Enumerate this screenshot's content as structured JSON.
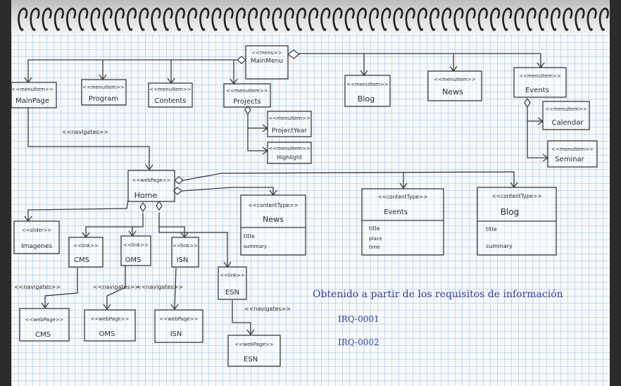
{
  "nodes": {
    "mainmenu": {
      "stereotype": "<<menu>>",
      "name": "MainMenu"
    },
    "mainpage": {
      "stereotype": "<<menuItem>>",
      "name": "MainPage"
    },
    "program": {
      "stereotype": "<<menuItem>>",
      "name": "Program"
    },
    "contents": {
      "stereotype": "<<menuItem>>",
      "name": "Contents"
    },
    "projects": {
      "stereotype": "<<menuItem>>",
      "name": "Projects"
    },
    "projectyear": {
      "stereotype": "<<menuItem>>",
      "name": "ProjectYear"
    },
    "highlight": {
      "stereotype": "<<menuItem>>",
      "name": "Highlight"
    },
    "blog_menu": {
      "stereotype": "<<menuItem>>",
      "name": "Blog"
    },
    "news_menu": {
      "stereotype": "<<menuItem>>",
      "name": "News"
    },
    "events_menu": {
      "stereotype": "<<menuItem>>",
      "name": "Events"
    },
    "calendar": {
      "stereotype": "<<menuItem>>",
      "name": "Calendar"
    },
    "seminar": {
      "stereotype": "<<menuItem>>",
      "name": "Seminar"
    },
    "home": {
      "stereotype": "<<webPage>>",
      "name": "Home"
    },
    "slider": {
      "stereotype": "<<slider>>",
      "name": "Imagenes"
    },
    "link_cms": {
      "stereotype": "<<link>>",
      "name": "CMS"
    },
    "link_oms": {
      "stereotype": "<<link>>",
      "name": "OMS"
    },
    "link_isn": {
      "stereotype": "<<link>>",
      "name": "ISN"
    },
    "link_esn": {
      "stereotype": "<<link>>",
      "name": "ESN"
    },
    "page_cms": {
      "stereotype": "<<webPage>>",
      "name": "CMS"
    },
    "page_oms": {
      "stereotype": "<<webPage>>",
      "name": "OMS"
    },
    "page_isn": {
      "stereotype": "<<webPage>>",
      "name": "ISN"
    },
    "page_esn": {
      "stereotype": "<<webPage>>",
      "name": "ESN"
    },
    "ct_news": {
      "stereotype": "<<contentType>>",
      "name": "News",
      "attributes": [
        "title",
        "summary"
      ]
    },
    "ct_events": {
      "stereotype": "<<contentType>>",
      "name": "Events",
      "attributes": [
        "title",
        "place",
        "time"
      ]
    },
    "ct_blog": {
      "stereotype": "<<contentType>>",
      "name": "Blog",
      "attributes": [
        "title",
        "summary"
      ]
    }
  },
  "edge_labels": {
    "navigates": "<<navigates>>"
  },
  "note": {
    "title": "Obtenido a partir de los requisitos de información",
    "items": [
      "IRQ-0001",
      "IRQ-0002"
    ]
  },
  "colors": {
    "ink": "#3a3a3a",
    "note_ink": "#35419a",
    "grid": "#9cc3e0",
    "paper": "#f7f9fb"
  }
}
